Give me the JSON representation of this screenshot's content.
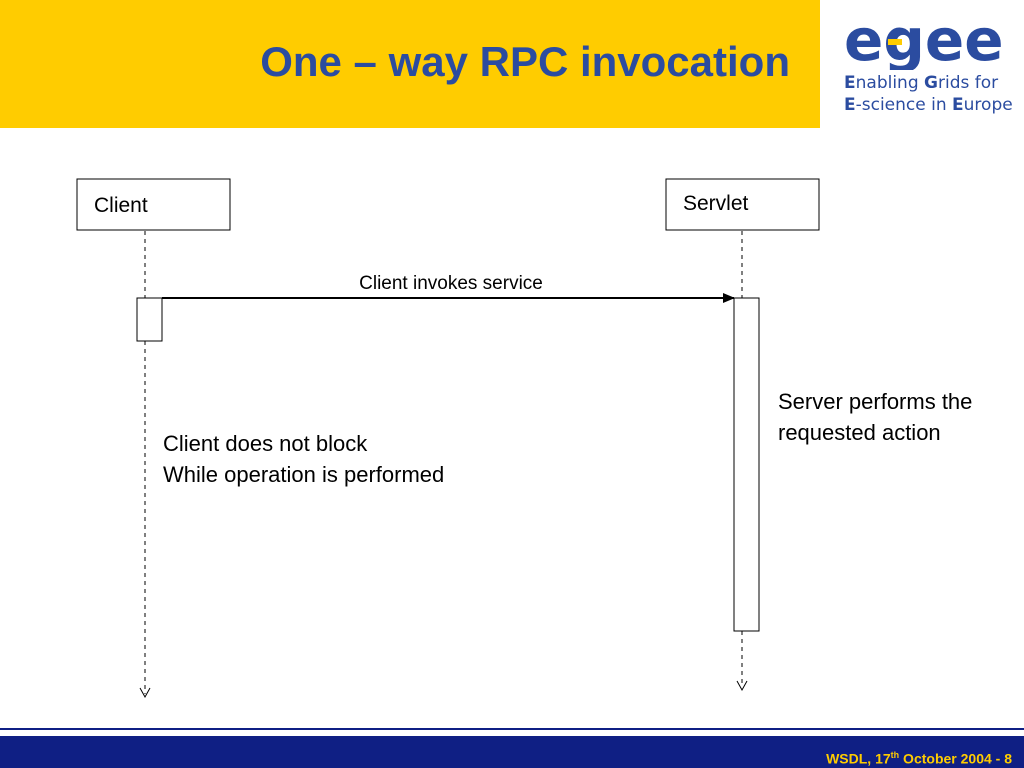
{
  "slide": {
    "title": "One – way RPC invocation"
  },
  "logo": {
    "wordmark": "egee",
    "tagline_line1": {
      "cap1": "E",
      "rest1": "nabling ",
      "cap2": "G",
      "rest2": "rids for"
    },
    "tagline_line2": {
      "cap1": "E",
      "rest1": "-science in ",
      "cap2": "E",
      "rest2": "urope"
    },
    "icon": "egee-logo-icon"
  },
  "diagram": {
    "participants": [
      {
        "name": "Client"
      },
      {
        "name": "Servlet"
      }
    ],
    "message": {
      "label": "Client invokes service",
      "from": "Client",
      "to": "Servlet"
    },
    "notes": {
      "client_line1": "Client does not block",
      "client_line2": "While operation is performed",
      "server_line1": "Server performs the",
      "server_line2": "requested action"
    }
  },
  "footer": {
    "prefix": "WSDL, 17",
    "superscript": "th",
    "suffix": " October 2004  - 8"
  },
  "colors": {
    "header_yellow": "#ffcc00",
    "title_blue": "#2b4ca0",
    "footer_navy": "#0f1f84",
    "footer_text": "#ffcc00"
  }
}
